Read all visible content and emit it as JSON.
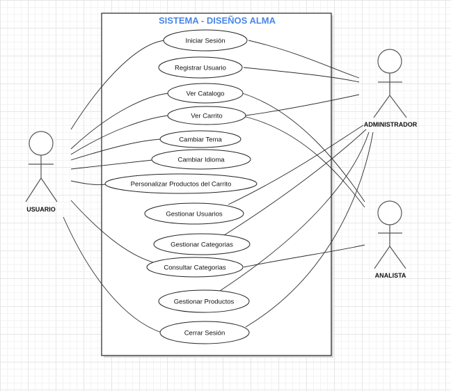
{
  "system": {
    "title": "SISTEMA - DISEÑOS ALMA"
  },
  "actors": {
    "usuario": "USUARIO",
    "administrador": "ADMINISTRADOR",
    "analista": "ANALISTA"
  },
  "use_cases": {
    "iniciar_sesion": "Iniciar Sesión",
    "registrar_usuario": "Registrar Usuario",
    "ver_catalogo": "Ver Catalogo",
    "ver_carrito": "Ver Carrito",
    "cambiar_tema": "Cambiar Tema",
    "cambiar_idioma": "Cambiar Idioma",
    "personalizar": "Personalizar Productos del Carrito",
    "gestionar_usuarios": "Gestionar Usuarios",
    "gestionar_categorias": "Gestionar Categorias",
    "consultar_categorias": "Consultar Categorias",
    "gestionar_productos": "Gestionar Productos",
    "cerrar_sesion": "Cerrar Sesión"
  }
}
